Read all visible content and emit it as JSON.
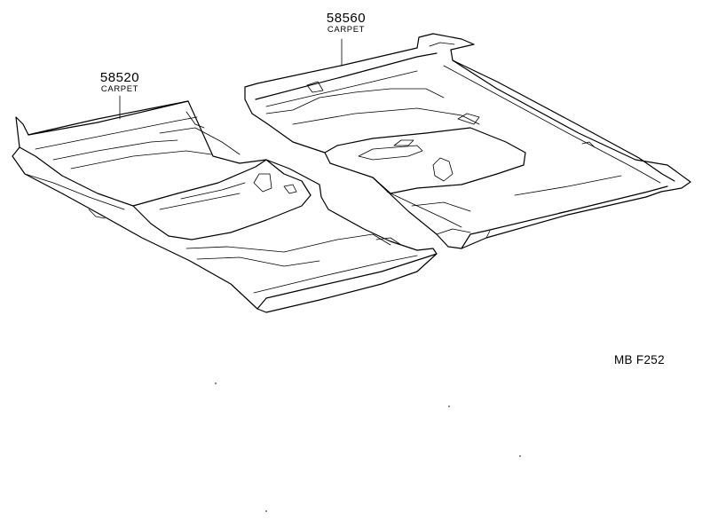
{
  "parts": [
    {
      "part_number": "58560",
      "name": "CARPET"
    },
    {
      "part_number": "58520",
      "name": "CARPET"
    }
  ],
  "diagram_code": "MB F252"
}
